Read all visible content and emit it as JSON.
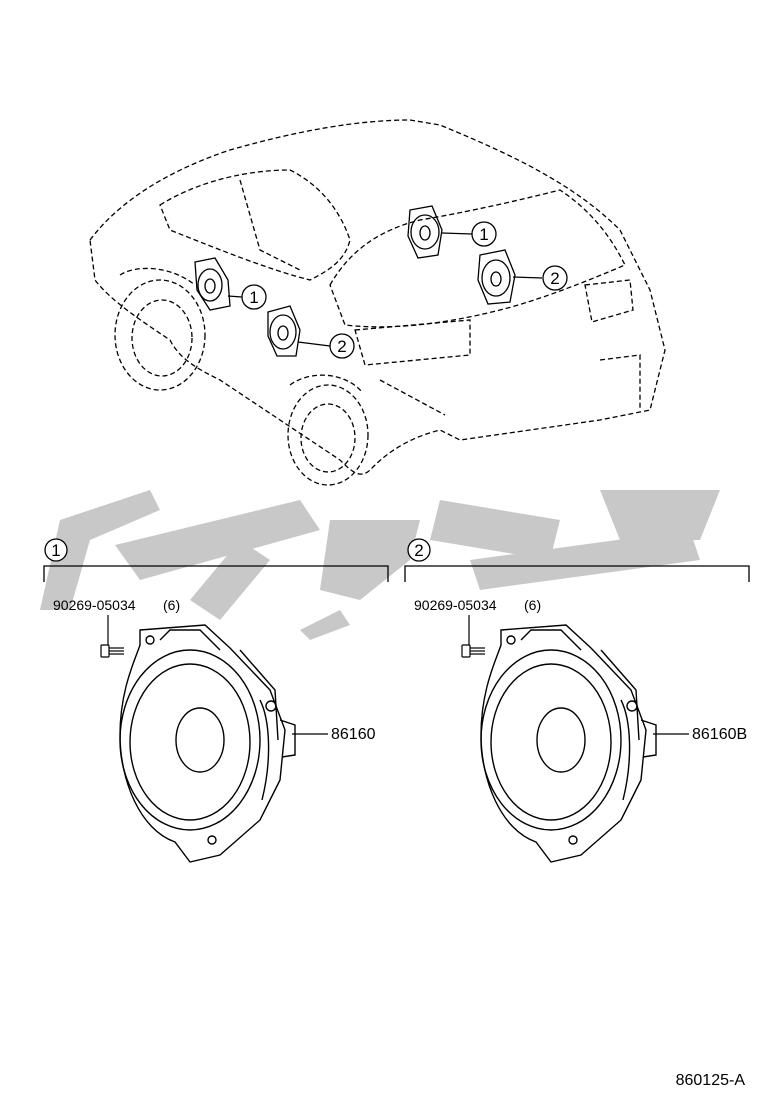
{
  "callouts": {
    "one": "1",
    "two": "2"
  },
  "group1": {
    "marker": "1",
    "bolt_part_number": "90269-05034",
    "bolt_qty": "(6)",
    "speaker_part_number": "86160"
  },
  "group2": {
    "marker": "2",
    "bolt_part_number": "90269-05034",
    "bolt_qty": "(6)",
    "speaker_part_number": "86160B"
  },
  "figure_code": "860125-A",
  "colors": {
    "line": "#000000",
    "watermark": "#c8c8c8"
  }
}
